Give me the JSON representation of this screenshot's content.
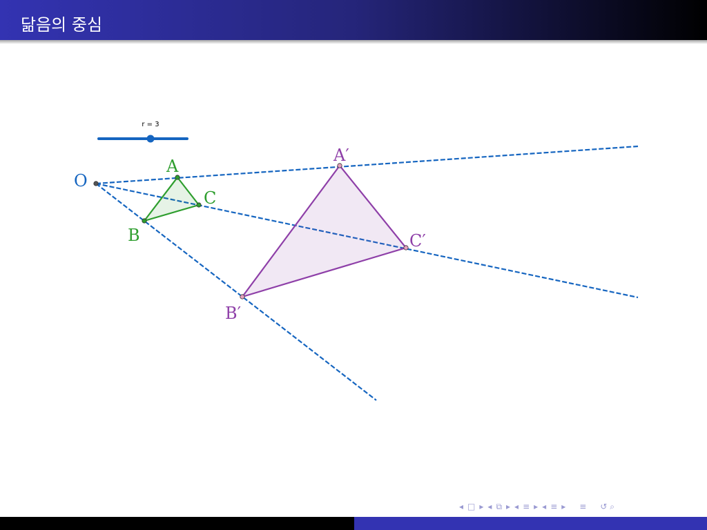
{
  "title": "닮음의 중심",
  "slider": {
    "label": "r = 3",
    "value": 3
  },
  "points": {
    "O": "O",
    "A": "A",
    "B": "B",
    "C": "C",
    "A_prime": "A′",
    "B_prime": "B′",
    "C_prime": "C′"
  },
  "colors": {
    "title_bar_start": "#3333b2",
    "title_bar_end": "#000000",
    "rays": "#1565c0",
    "small_triangle": "#2e9e2e",
    "big_triangle": "#8e3fa8",
    "footer_left": "#000000",
    "footer_right": "#3333b2"
  },
  "navigation": {
    "icons": [
      "nav-prev-frame-icon",
      "nav-next-frame-icon",
      "nav-prev-subsection-icon",
      "nav-next-subsection-icon",
      "nav-prev-section-icon",
      "nav-next-section-icon",
      "nav-prev-slide-icon",
      "nav-next-slide-icon",
      "nav-outline-icon",
      "nav-search-icon"
    ]
  }
}
